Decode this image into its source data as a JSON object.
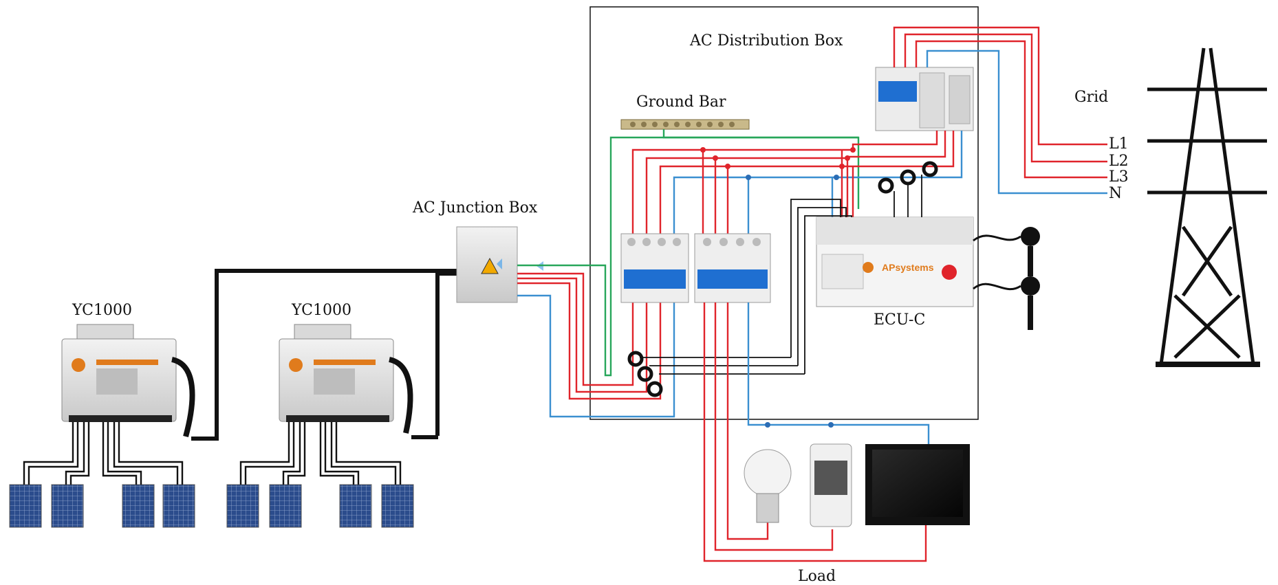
{
  "labels": {
    "ac_distribution_box": "AC Distribution Box",
    "ground_bar": "Ground Bar",
    "ac_junction_box": "AC Junction Box",
    "inverter_1": "YC1000",
    "inverter_2": "YC1000",
    "grid": "Grid",
    "phase_l1": "L1",
    "phase_l2": "L2",
    "phase_l3": "L3",
    "neutral": "N",
    "ecu": "ECU-C",
    "load": "Load",
    "brand": "APsystems"
  },
  "colors": {
    "phase": "#e0242b",
    "ground": "#27a65a",
    "neutral": "#3a8fd0",
    "signal": "#111111",
    "panel": "#2f4f8f",
    "breaker": "#1f6fd1"
  },
  "icons": [
    "solar-panel-icon",
    "microinverter-icon",
    "junction-box-icon",
    "circuit-breaker-icon",
    "current-transformer-icon",
    "ecu-icon",
    "transmission-tower-icon",
    "light-bulb-icon",
    "air-cooler-icon",
    "television-icon"
  ]
}
